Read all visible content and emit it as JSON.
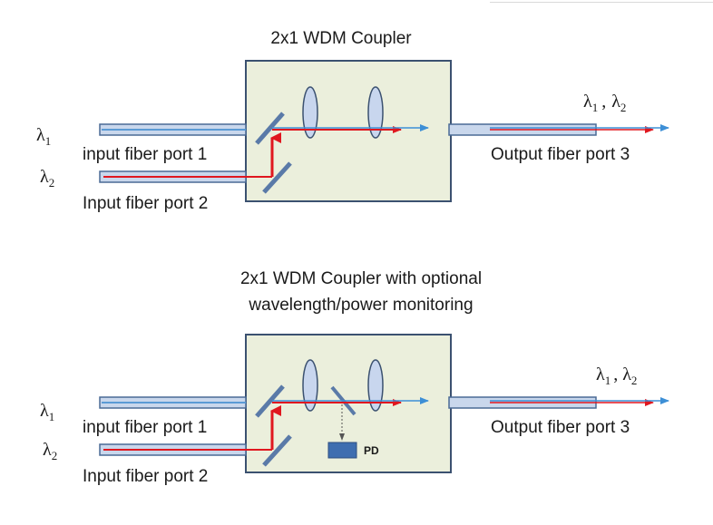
{
  "colors": {
    "box_fill": "#ebefdc",
    "box_stroke": "#3b5170",
    "fiber_fill": "#c9d7ec",
    "fiber_stroke": "#4a6a95",
    "fiber_core": "#5b9bd5",
    "beam_red": "#e0171f",
    "beam_blue": "#3d8fd6",
    "lens_fill": "#c8d6ee",
    "mirror": "#5a7aa8",
    "pd_fill": "#3f6eb0"
  },
  "diagram_top": {
    "title": "2x1 WDM Coupler",
    "port1_label": "input fiber port 1",
    "port2_label": "Input fiber port 2",
    "port3_label": "Output fiber port 3",
    "lambda1": {
      "sym": "λ",
      "sub": "1"
    },
    "lambda2": {
      "sym": "λ",
      "sub": "2"
    },
    "out_lambda1": {
      "sym": "λ",
      "sub": "1"
    },
    "out_sep": ",",
    "out_lambda2": {
      "sym": "λ",
      "sub": "2"
    }
  },
  "diagram_bottom": {
    "title_line1": "2x1 WDM Coupler with optional",
    "title_line2": "wavelength/power monitoring",
    "port1_label": "input fiber port 1",
    "port2_label": "Input fiber port 2",
    "port3_label": "Output fiber port 3",
    "pd_label": "PD",
    "lambda1": {
      "sym": "λ",
      "sub": "1"
    },
    "lambda2": {
      "sym": "λ",
      "sub": "2"
    },
    "out_lambda1": {
      "sym": "λ",
      "sub": "1"
    },
    "out_sep": ",",
    "out_lambda2": {
      "sym": "λ",
      "sub": "2"
    }
  }
}
